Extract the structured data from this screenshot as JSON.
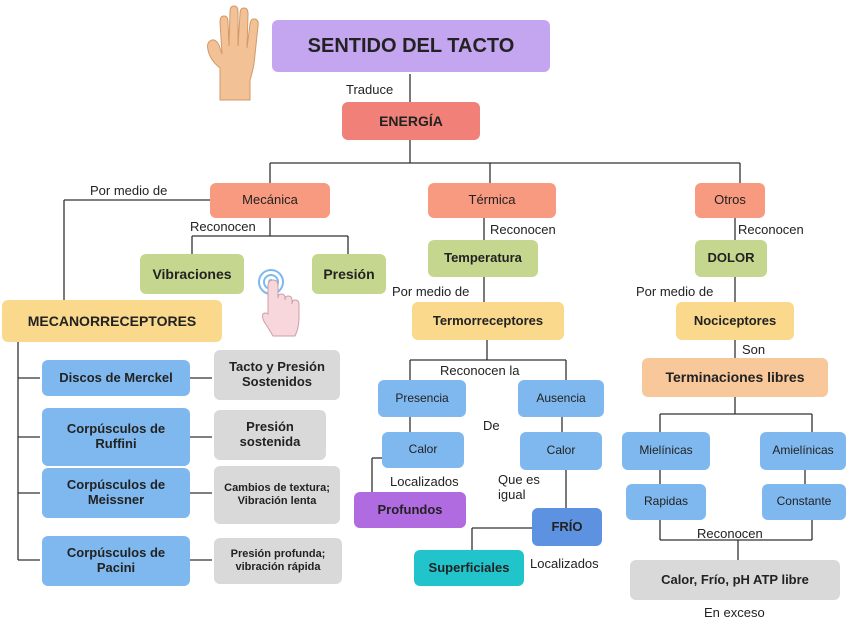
{
  "title": "SENTIDO DEL TACTO",
  "labels": {
    "traduce": "Traduce",
    "por_medio_de_1": "Por medio de",
    "reconocen_1": "Reconocen",
    "reconocen_2": "Reconocen",
    "reconocen_3": "Reconocen",
    "por_medio_de_2": "Por medio de",
    "por_medio_de_3": "Por medio de",
    "reconocen_la": "Reconocen la",
    "son": "Son",
    "de": "De",
    "localizados_1": "Localizados",
    "que_es_igual": "Que es igual",
    "localizados_2": "Localizados",
    "reconocen_4": "Reconocen",
    "en_exceso": "En exceso"
  },
  "nodes": {
    "energia": "ENERGÍA",
    "mecanica": "Mecánica",
    "termica": "Térmica",
    "otros": "Otros",
    "vibraciones": "Vibraciones",
    "presion": "Presión",
    "temperatura": "Temperatura",
    "dolor": "DOLOR",
    "mecanorreceptores": "MECANORRECEPTORES",
    "termorreceptores": "Termorreceptores",
    "nociceptores": "Nociceptores",
    "terminaciones": "Terminaciones libres",
    "merkel": "Discos de Merckel",
    "ruffini": "Corpúsculos de Ruffini",
    "meissner": "Corpúsculos de Meissner",
    "pacini": "Corpúsculos de Pacini",
    "tacto_presion": "Tacto y Presión Sostenidos",
    "presion_sostenida": "Presión sostenida",
    "cambios": "Cambios de textura; Vibración lenta",
    "presion_profunda": "Presión profunda; vibración rápida",
    "presencia": "Presencia",
    "ausencia": "Ausencia",
    "calor_1": "Calor",
    "calor_2": "Calor",
    "profundos": "Profundos",
    "frio_node": "FRÍO",
    "superficiales": "Superficiales",
    "mielinicas": "Mielínicas",
    "amielinicas": "Amielínicas",
    "rapidas": "Rapidas",
    "constante": "Constante",
    "calor_frio": "Calor, Frío, pH ATP libre"
  },
  "colors": {
    "title": "#c4a6f0",
    "energy": "#f08078",
    "category": "#f79a80",
    "stimulus": "#c5d78e",
    "receptor": "#fbd98c",
    "blue": "#7fb8ee",
    "gray": "#d9d9d9"
  },
  "icons": [
    "hand-icon",
    "touch-finger-icon"
  ]
}
